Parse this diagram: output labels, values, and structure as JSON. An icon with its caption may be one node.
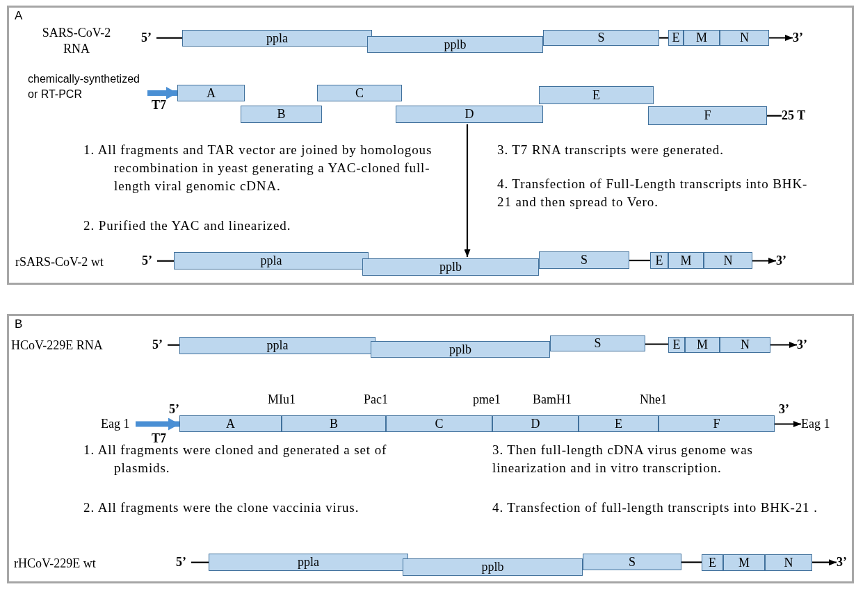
{
  "diagram": {
    "nodes": [
      {
        "text": [
          "A"
        ]
      },
      {
        "text": [
          "5’"
        ],
        "in": 0
      },
      {
        "text": [
          "ppla"
        ],
        "in": 0
      },
      {
        "text": [
          "pplb"
        ],
        "in": 0
      },
      {
        "text": [
          "S"
        ],
        "in": 0
      },
      {
        "text": [
          "E"
        ],
        "in": 0
      },
      {
        "text": [
          "M"
        ],
        "in": 0
      },
      {
        "text": [
          "N"
        ],
        "in": 0
      },
      {
        "text": [
          "3’"
        ],
        "in": 0
      },
      {
        "text": [
          "chemically-synthetized or RT-PCR"
        ],
        "in": 0
      },
      {
        "text": [
          "A"
        ],
        "in": 0
      },
      {
        "text": [
          "B"
        ],
        "in": 0
      },
      {
        "text": [
          "C"
        ],
        "in": 0
      },
      {
        "text": [
          "D"
        ],
        "in": 0
      },
      {
        "text": [
          "E"
        ],
        "in": 0
      },
      {
        "text": [
          "F"
        ],
        "in": 0
      },
      {
        "text": [
          "25 T"
        ],
        "in": 0
      },
      {
        "text": [
          "5’"
        ],
        "in": 0
      },
      {
        "text": [
          "ppla"
        ],
        "in": 0
      },
      {
        "text": [
          "pplb"
        ],
        "in": 0
      },
      {
        "text": [
          "S"
        ],
        "in": 0
      },
      {
        "text": [
          "E"
        ],
        "in": 0
      },
      {
        "text": [
          "M"
        ],
        "in": 0
      },
      {
        "text": [
          "N"
        ],
        "in": 0
      },
      {
        "text": [
          "3’"
        ],
        "in": 0
      },
      {
        "text": [
          "B"
        ]
      },
      {
        "text": [
          "5’"
        ],
        "in": 25
      },
      {
        "text": [
          "ppla"
        ],
        "in": 25
      },
      {
        "text": [
          "pplb"
        ],
        "in": 25
      },
      {
        "text": [
          "S"
        ],
        "in": 25
      },
      {
        "text": [
          "E"
        ],
        "in": 25
      },
      {
        "text": [
          "M"
        ],
        "in": 25
      },
      {
        "text": [
          "N"
        ],
        "in": 25
      },
      {
        "text": [
          "3’"
        ],
        "in": 25
      },
      {
        "text": [
          "Eag 1"
        ],
        "in": 25
      },
      {
        "text": [
          "A"
        ],
        "in": 25
      },
      {
        "text": [
          "B"
        ],
        "in": 25
      },
      {
        "text": [
          "C"
        ],
        "in": 25
      },
      {
        "text": [
          "D"
        ],
        "in": 25
      },
      {
        "text": [
          "E"
        ],
        "in": 25
      },
      {
        "text": [
          "F"
        ],
        "in": 25
      },
      {
        "text": [
          "Eag 1"
        ],
        "in": 25
      },
      {
        "text": [
          "5’"
        ],
        "in": 25
      },
      {
        "text": [
          "ppla"
        ],
        "in": 25
      },
      {
        "text": [
          "pplb"
        ],
        "in": 25
      },
      {
        "text": [
          "S"
        ],
        "in": 25
      },
      {
        "text": [
          "E"
        ],
        "in": 25
      },
      {
        "text": [
          "M"
        ],
        "in": 25
      },
      {
        "text": [
          "N"
        ],
        "in": 25
      },
      {
        "text": [
          "3’"
        ],
        "in": 25
      }
    ],
    "edges": [
      {
        "from": 1,
        "to": 2,
        "arrow": "none"
      },
      {
        "from": 4,
        "to": 5,
        "arrow": "none"
      },
      {
        "from": 7,
        "to": 8,
        "arrow": "to"
      },
      {
        "from": 9,
        "to": 10,
        "arrow": "to",
        "style": "thick",
        "color": "#4a8fd4"
      },
      {
        "from": 15,
        "to": 16,
        "arrow": "none"
      },
      {
        "from": 13,
        "to": 19,
        "arrow": "to"
      },
      {
        "from": 17,
        "to": 18,
        "arrow": "none"
      },
      {
        "from": 20,
        "to": 21,
        "arrow": "none"
      },
      {
        "from": 23,
        "to": 24,
        "arrow": "to"
      },
      {
        "from": 26,
        "to": 27,
        "arrow": "none"
      },
      {
        "from": 29,
        "to": 30,
        "arrow": "none"
      },
      {
        "from": 32,
        "to": 33,
        "arrow": "to"
      },
      {
        "from": 34,
        "to": 35,
        "arrow": "to",
        "style": "thick",
        "color": "#4a8fd4"
      },
      {
        "from": 40,
        "to": 41,
        "arrow": "to"
      },
      {
        "from": 42,
        "to": 43,
        "arrow": "none"
      },
      {
        "from": 45,
        "to": 46,
        "arrow": "none"
      },
      {
        "from": 48,
        "to": 49,
        "arrow": "to"
      }
    ],
    "labels": [
      "SARS-CoV-2 RNA",
      "T7",
      "1. All fragments and TAR vector are joined by homologous recombination in yeast generating a YAC-cloned full-length viral genomic cDNA.",
      "2. Purified the YAC and linearized.",
      "3. T7 RNA transcripts were generated.",
      "4. Transfection of Full-Length transcripts into BHK-21 and then spread to Vero.",
      "rSARS-CoV-2 wt",
      "HCoV-229E RNA",
      "MIu1",
      "Pac1",
      "pme1",
      "BamH1",
      "Nhe1",
      "5’",
      "3’",
      "T7",
      "1. All fragments were cloned and generated a set of plasmids.",
      "2. All fragments were the clone vaccinia virus.",
      "3. Then full-length cDNA virus genome was linearization and in vitro transcription.",
      "4. Transfection of full-length transcripts into BHK-21 .",
      "rHCoV-229E wt"
    ]
  }
}
